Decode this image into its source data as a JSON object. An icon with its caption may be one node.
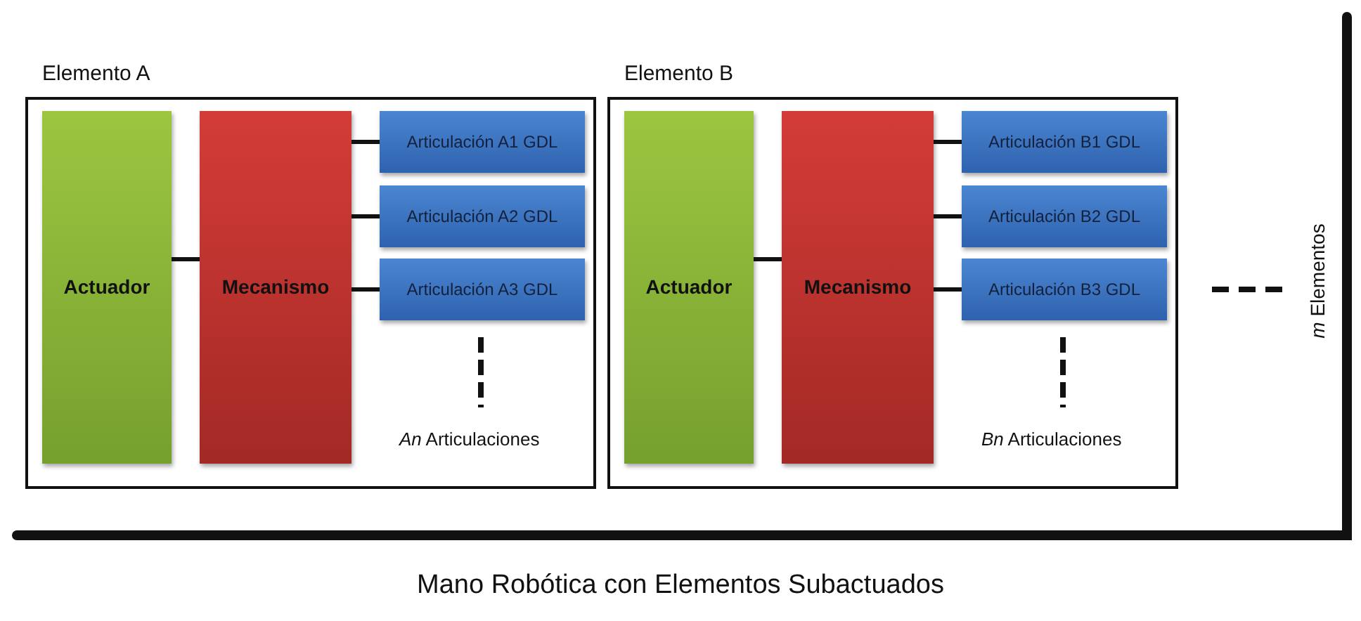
{
  "diagram": {
    "caption": "Mano Robótica con Elementos Subactuados",
    "nodes": [
      {
        "text": [
          "Elemento A"
        ]
      },
      {
        "text": [
          "Actuador"
        ],
        "in": 0
      },
      {
        "text": [
          "Mecanismo"
        ],
        "in": 0
      },
      {
        "text": [
          "Articulación A1 GDL"
        ],
        "in": 0
      },
      {
        "text": [
          "Articulación A2 GDL"
        ],
        "in": 0
      },
      {
        "text": [
          "Articulación A3 GDL"
        ],
        "in": 0
      },
      {
        "text": [
          "Elemento B"
        ]
      },
      {
        "text": [
          "Actuador"
        ],
        "in": 6
      },
      {
        "text": [
          "Mecanismo"
        ],
        "in": 6
      },
      {
        "text": [
          "Articulación B1 GDL"
        ],
        "in": 6
      },
      {
        "text": [
          "Articulación B2 GDL"
        ],
        "in": 6
      },
      {
        "text": [
          "Articulación B3 GDL"
        ],
        "in": 6
      }
    ],
    "edges": [
      {
        "from": 1,
        "to": 2,
        "arrow": "none"
      },
      {
        "from": 2,
        "to": 3,
        "arrow": "none"
      },
      {
        "from": 2,
        "to": 4,
        "arrow": "none"
      },
      {
        "from": 2,
        "to": 5,
        "arrow": "none"
      },
      {
        "from": 7,
        "to": 8,
        "arrow": "none"
      },
      {
        "from": 8,
        "to": 9,
        "arrow": "none"
      },
      {
        "from": 8,
        "to": 10,
        "arrow": "none"
      },
      {
        "from": 8,
        "to": 11,
        "arrow": "none"
      }
    ],
    "labels": [
      "*An* Articulaciones",
      "*Bn* Articulaciones",
      "*m* Elementos"
    ]
  }
}
